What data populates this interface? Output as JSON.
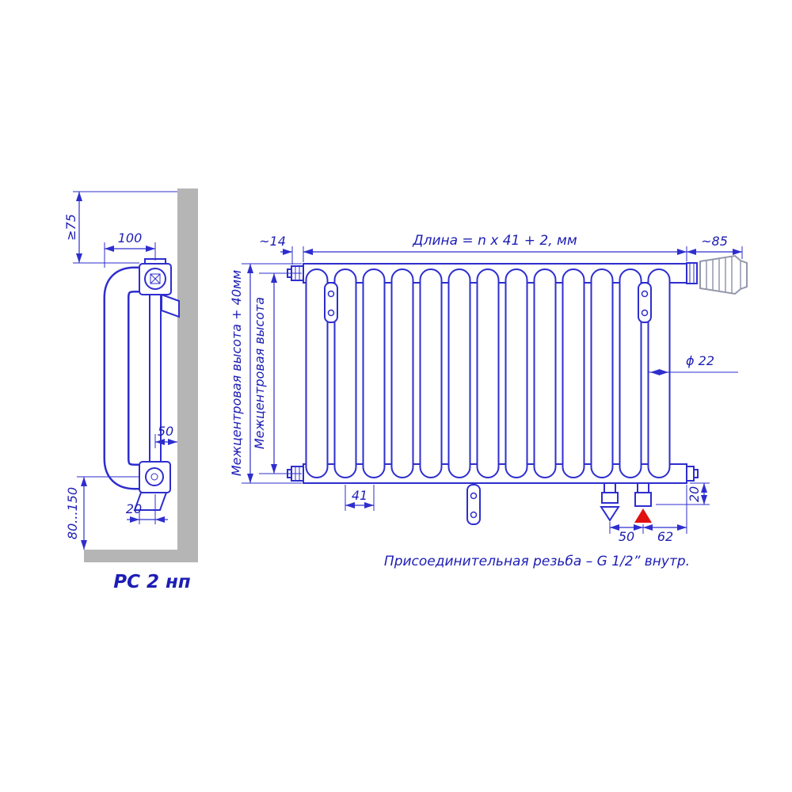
{
  "drawing": {
    "side_view": {
      "label": "РС 2 нп",
      "dim_ceiling": "≥75",
      "dim_depth": "100",
      "dim_pipe_wall": "50",
      "dim_offset": "20",
      "dim_floor": "80...150"
    },
    "front_view": {
      "tube_count": 13,
      "dim_left_end": "~14",
      "dim_length": "Длина = n x 41 + 2, мм",
      "dim_right_end": "~85",
      "dim_height_outer": "Межцентровая высота + 40мм",
      "dim_height_inner": "Межцентровая высота",
      "dim_diameter": "ϕ 22",
      "dim_pitch": "41",
      "dim_conn_spacing": "50",
      "dim_conn_end": "62",
      "dim_bottom_offset": "20",
      "note": "Присоединительная резьба – G 1/2” внутр."
    },
    "colors": {
      "line": "#2e2ecf",
      "text": "#1d1db5",
      "wall": "#b5b5b6",
      "valve": "#9397ab",
      "arrow_red": "#e01010"
    }
  }
}
